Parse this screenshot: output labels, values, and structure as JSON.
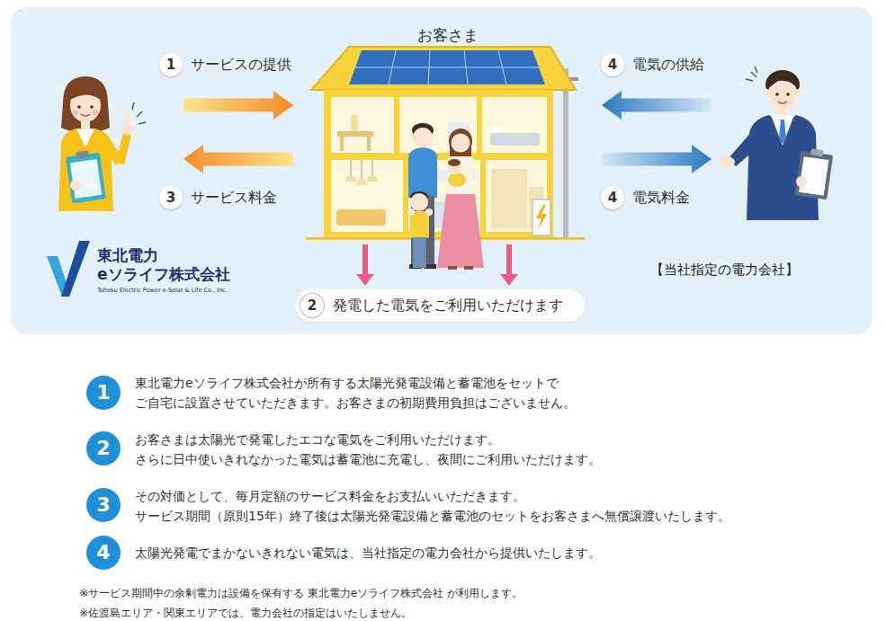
{
  "diagram": {
    "nodes": [
      {
        "text": [
          "東北電力 eソライフ株式会社",
          "Tohoku Electric Power e-Solar & Life Co., Inc."
        ]
      },
      {
        "text": [
          "お客さま"
        ]
      },
      {
        "text": [
          "【当社指定の電力会社】"
        ]
      },
      {
        "text": [
          "2",
          "発電した電気をご利用いただけます"
        ]
      },
      {
        "text": [
          "1"
        ]
      },
      {
        "text": [
          "2"
        ]
      },
      {
        "text": [
          "3"
        ]
      },
      {
        "text": [
          "4"
        ]
      }
    ],
    "edges": [
      {
        "from": 0,
        "to": 1,
        "arrow": "to",
        "label": "サービスの提供"
      },
      {
        "from": 1,
        "to": 0,
        "arrow": "to",
        "label": "サービス料金"
      },
      {
        "from": 2,
        "to": 1,
        "arrow": "to",
        "label": "電気の供給"
      },
      {
        "from": 1,
        "to": 2,
        "arrow": "to",
        "label": "電気料金"
      },
      {
        "from": 1,
        "to": 3,
        "arrow": "to"
      },
      {
        "from": 1,
        "to": 3,
        "arrow": "to"
      }
    ],
    "labels": [
      "1",
      "3",
      "4",
      "4",
      "東北電力eソライフ株式会社が所有する太陽光発電設備と蓄電池をセットで ご自宅に設置させていただきます。お客さまの初期費用負担はございません。",
      "お客さまは太陽光で発電したエコな電気をご利用いただけます。 さらに日中使いきれなかった電気は蓄電池に充電し、夜間にご利用いただけます。",
      "その対価として、毎月定額のサービス料金をお支払いいただきます。 サービス期間（原則15年）終了後は太陽光発電設備と蓄電池のセットをお客さまへ無償譲渡いたします。",
      "太陽光発電でまかないきれない電気は、当社指定の電力会社から提供いたします。",
      "※サービス期間中の余剰電力は設備を保有する 東北電力eソライフ株式会社 が利用します。",
      "※佐渡島エリア・関東エリアでは、電力会社の指定はいたしません。"
    ]
  }
}
